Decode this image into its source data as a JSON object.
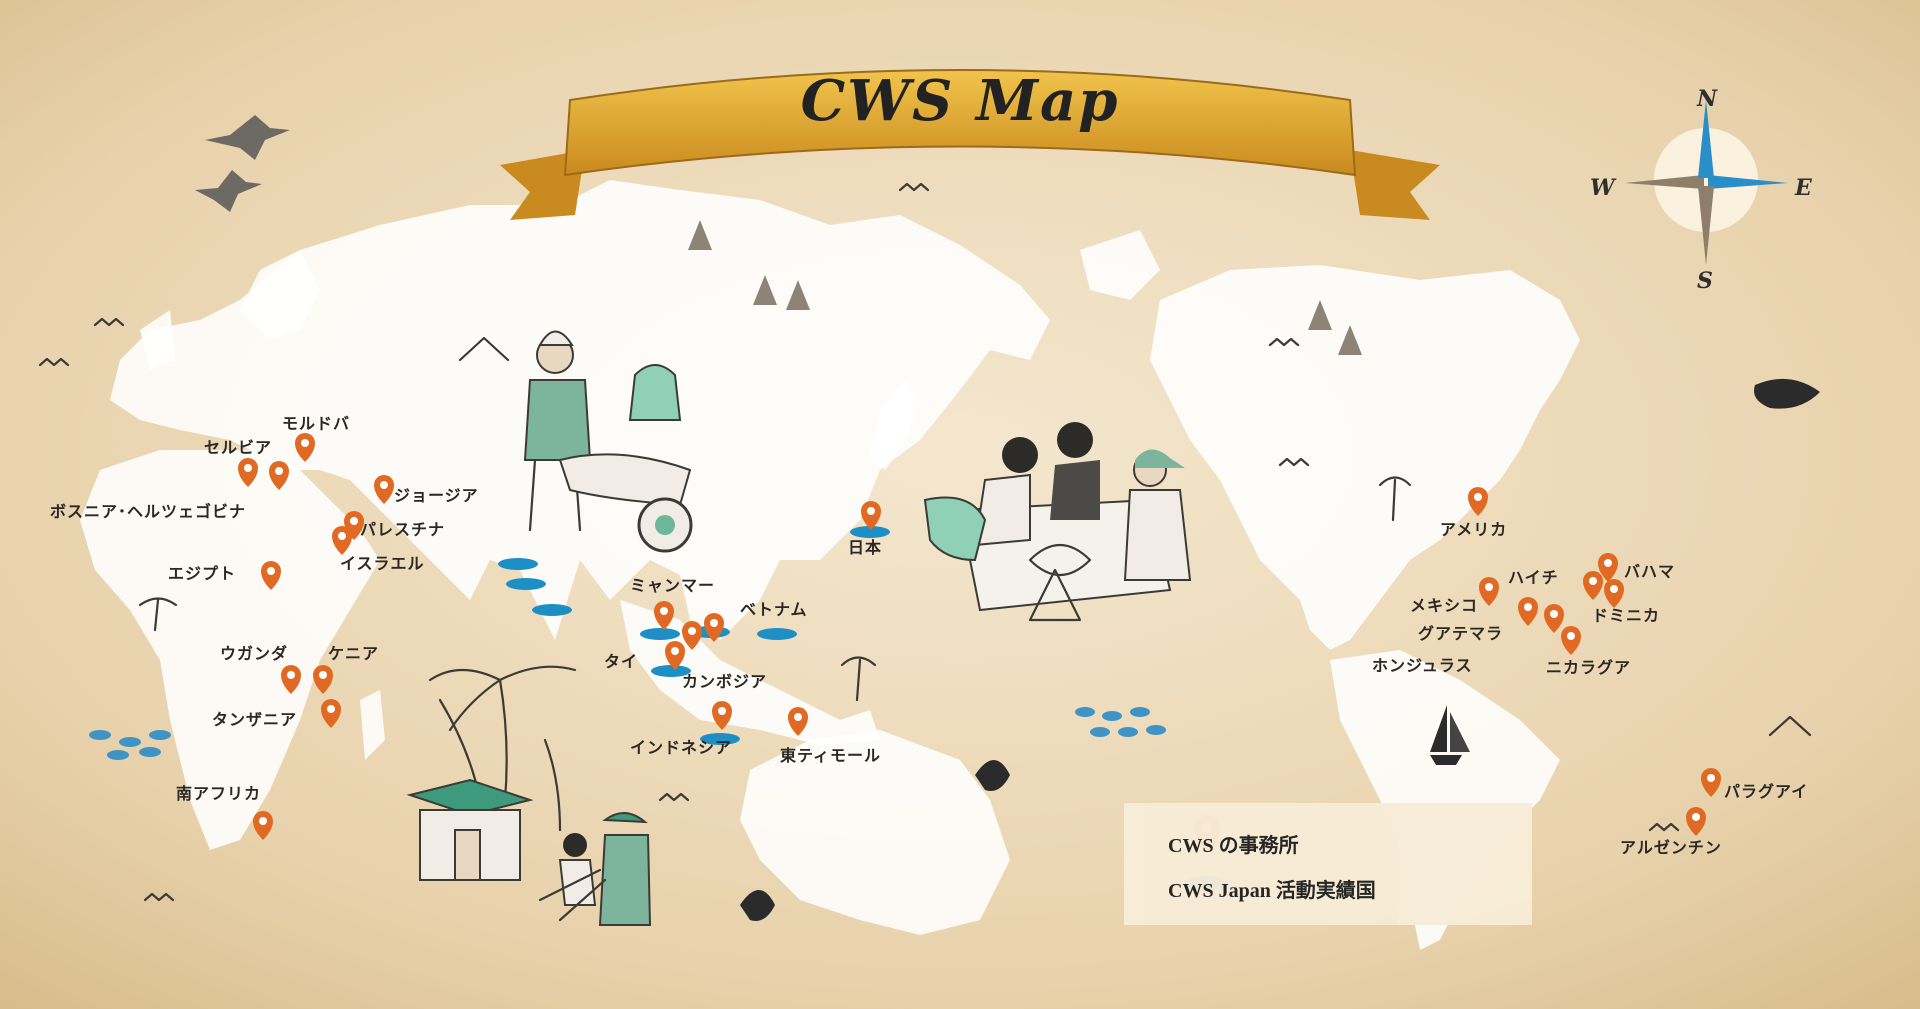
{
  "title": "CWS Map",
  "compass": {
    "north": "N",
    "south": "S",
    "east": "E",
    "west": "W"
  },
  "legend": {
    "office_label": "CWS の事務所",
    "japan_activity_label": "CWS Japan 活動実績国"
  },
  "colors": {
    "parchment": "#e9d6b4",
    "pin": "#e06a24",
    "activity": "#1d8fc4",
    "ribbon": "#e0a630"
  },
  "countries": {
    "moldova": "モルドバ",
    "serbia": "セルビア",
    "georgia": "ジョージア",
    "bosnia": "ボスニア･ヘルツェゴビナ",
    "palestine": "パレスチナ",
    "israel": "イスラエル",
    "egypt": "エジプト",
    "uganda": "ウガンダ",
    "kenya": "ケニア",
    "tanzania": "タンザニア",
    "south_africa": "南アフリカ",
    "myanmar": "ミャンマー",
    "vietnam": "ベトナム",
    "thailand": "タイ",
    "cambodia": "カンボジア",
    "indonesia": "インドネシア",
    "timor_leste": "東ティモール",
    "japan": "日本",
    "usa": "アメリカ",
    "haiti": "ハイチ",
    "bahamas": "バハマ",
    "mexico": "メキシコ",
    "dominica": "ドミニカ",
    "guatemala": "グアテマラ",
    "honduras": "ホンジュラス",
    "nicaragua": "ニカラグア",
    "paraguay": "パラグアイ",
    "argentina": "アルゼンチン"
  }
}
